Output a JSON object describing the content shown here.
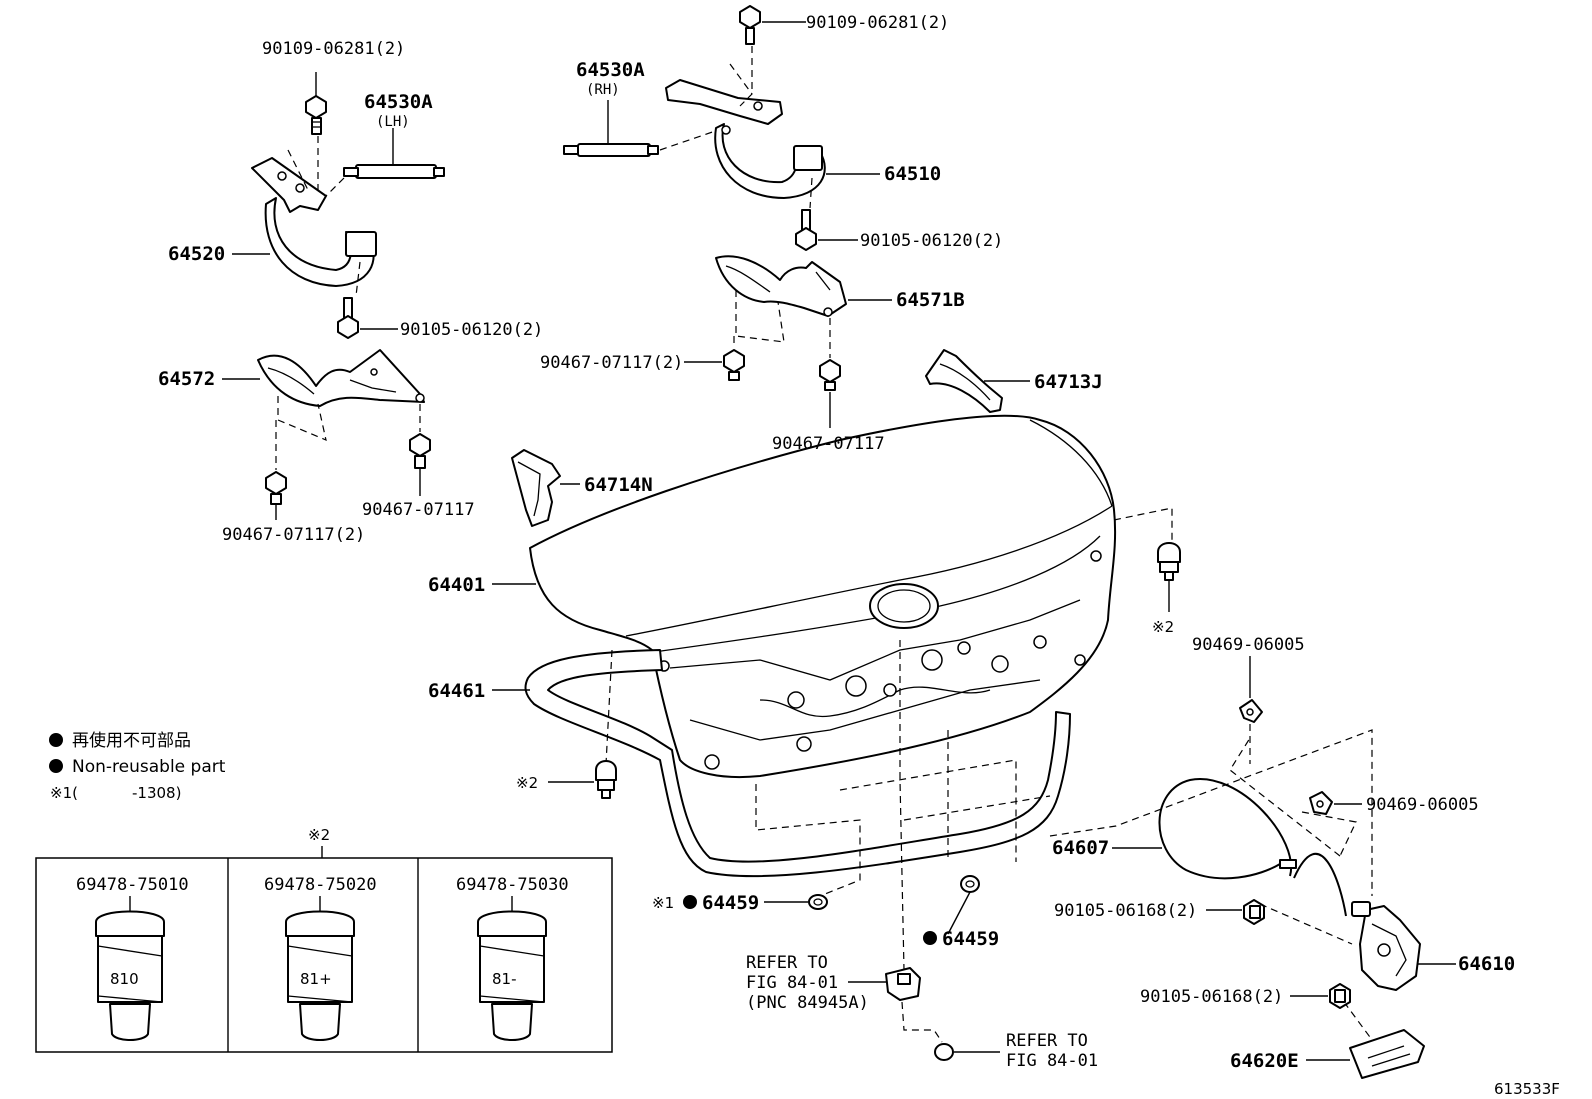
{
  "labels": {
    "bolt_lh_top": "90109-06281(2)",
    "stay_lh": "64530A",
    "stay_lh_side": "(LH)",
    "hinge_lh": "64520",
    "bolt_lh_lower": "90105-06120(2)",
    "hinge_cover_lh": "64572",
    "clip_lh_1": "90467-07117",
    "clip_lh_2": "90467-07117(2)",
    "stay_rh": "64530A",
    "stay_rh_side": "(RH)",
    "bolt_rh_top": "90109-06281(2)",
    "hinge_rh": "64510",
    "bolt_rh_lower": "90105-06120(2)",
    "hinge_cover_rh": "64571B",
    "clip_rh_1": "90467-07117(2)",
    "clip_rh_2": "90467-07117",
    "trim_rh": "64713J",
    "trim_lh": "64714N",
    "lid": "64401",
    "weatherstrip": "64461",
    "cushion_note": "※2",
    "cushion_note_left": "※2",
    "clamp_1": "90469-06005",
    "clamp_2": "90469-06005",
    "cable": "64607",
    "bolt_lock_1": "90105-06168(2)",
    "bolt_lock_2": "90105-06168(2)",
    "lock": "64610",
    "striker": "64620E",
    "plug_1": "64459",
    "plug_1_note": "※1",
    "plug_2": "64459",
    "refer_1_line1": "REFER TO",
    "refer_1_line2": "FIG 84-01",
    "refer_1_line3": "(PNC 84945A)",
    "refer_2_line1": "REFER TO",
    "refer_2_line2": "FIG 84-01",
    "figure_id": "613533F"
  },
  "legend": {
    "jp": "再使用不可部品",
    "en": "Non-reusable part",
    "note1_mark": "※1(",
    "note1_code": "-1308)"
  },
  "cushion_table": {
    "header": "※2",
    "cells": [
      {
        "part": "69478-75010",
        "code": "810"
      },
      {
        "part": "69478-75020",
        "code": "81+"
      },
      {
        "part": "69478-75030",
        "code": "81-"
      }
    ]
  }
}
